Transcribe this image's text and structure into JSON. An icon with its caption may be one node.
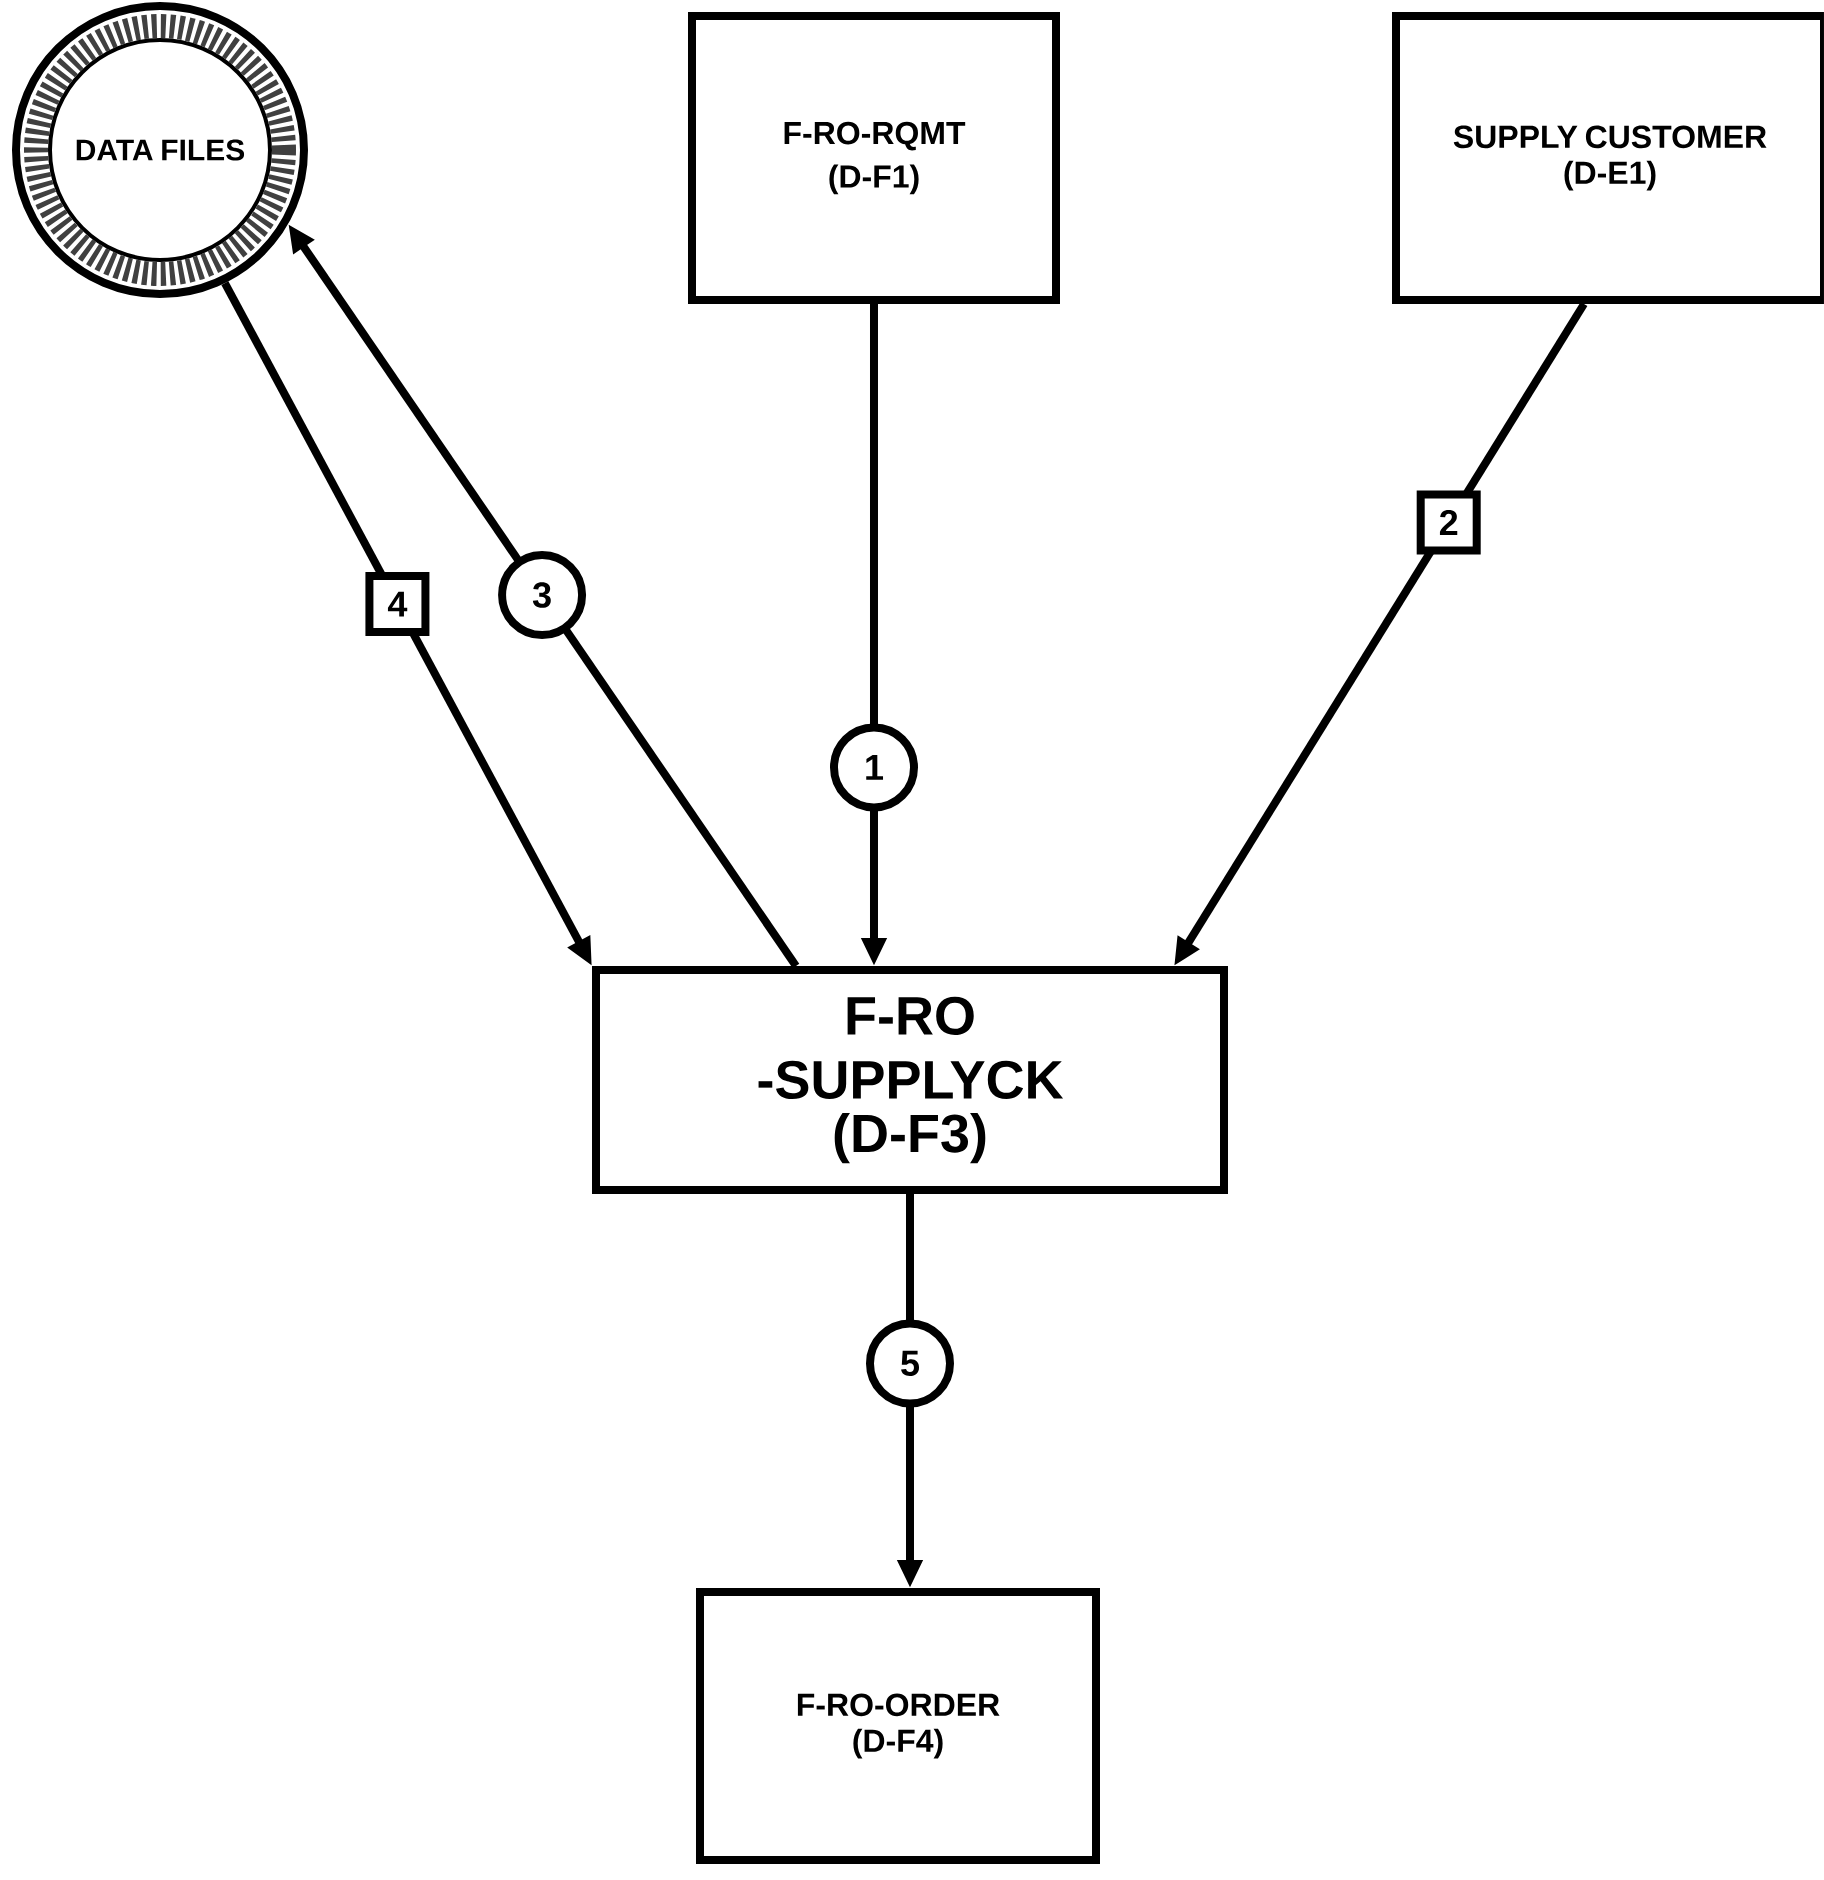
{
  "diagram": {
    "nodes": [
      {
        "text": [
          "DATA FILES"
        ]
      },
      {
        "text": [
          "F-RO-RQMT",
          "(D-F1)"
        ]
      },
      {
        "text": [
          "SUPPLY CUSTOMER",
          "(D-E1)"
        ]
      },
      {
        "text": [
          "F-RO -SUPPLYCK",
          "(D-F3)"
        ]
      },
      {
        "text": [
          "F-RO-ORDER",
          "(D-F4)"
        ]
      }
    ],
    "edges": [
      {
        "from": 1,
        "to": 3,
        "arrow": "to",
        "label": "1"
      },
      {
        "from": 2,
        "to": 3,
        "arrow": "to",
        "label": "2"
      },
      {
        "from": 3,
        "to": 0,
        "arrow": "to",
        "label": "3"
      },
      {
        "from": 0,
        "to": 3,
        "arrow": "to",
        "label": "4"
      },
      {
        "from": 3,
        "to": 4,
        "arrow": "to",
        "label": "5"
      }
    ]
  }
}
